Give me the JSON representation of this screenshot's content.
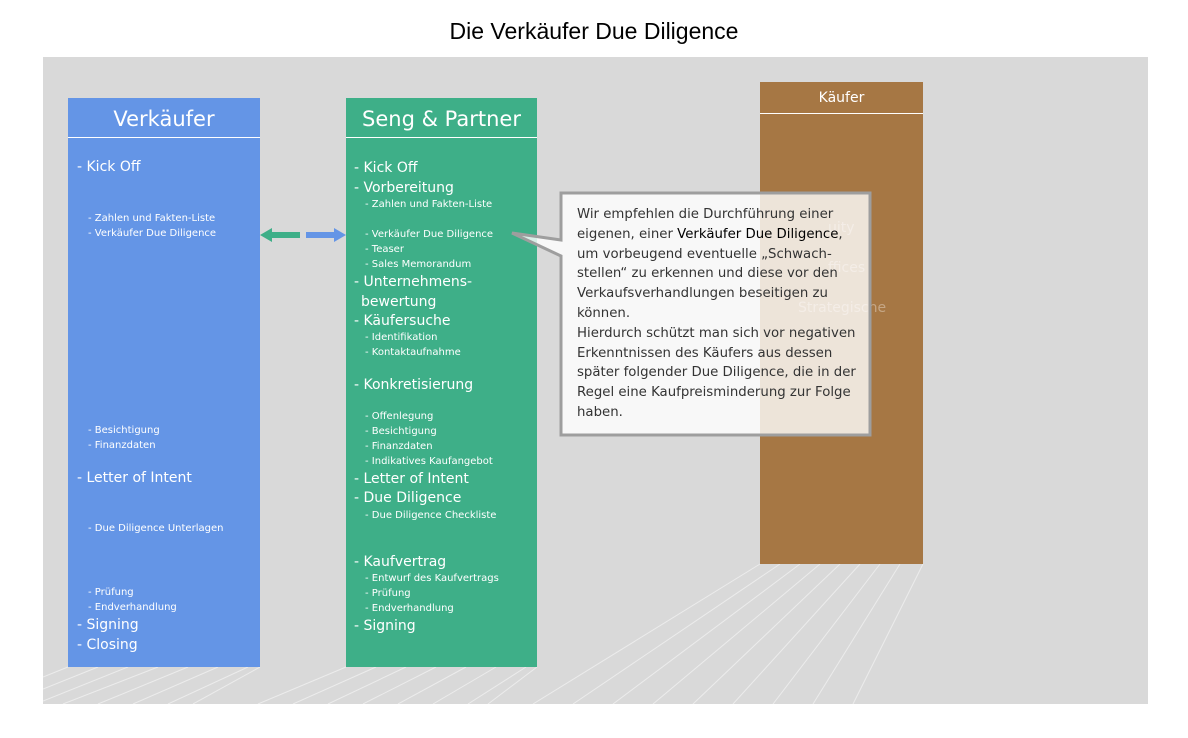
{
  "title": "Die Verkäufer Due Diligence",
  "colors": {
    "seller": "#6495e6",
    "advisor": "#3eaf88",
    "buyer": "#a67744",
    "stage": "#d9d9d9",
    "arrow_green": "#3eaf88",
    "arrow_blue": "#6495e6"
  },
  "seller": {
    "title": "Verkäufer",
    "items": [
      "- Kick Off",
      "- Zahlen und Fakten-Liste",
      "- Verkäufer Due Diligence",
      "- Besichtigung",
      "- Finanzdaten",
      "- Letter of Intent",
      "- Due Diligence Unterlagen",
      "- Prüfung",
      "- Endverhandlung",
      "- Signing",
      "- Closing"
    ]
  },
  "advisor": {
    "title": "Seng & Partner",
    "items": [
      "- Kick Off",
      "- Vorbereitung",
      "- Zahlen und Fakten-Liste",
      "- Verkäufer Due Diligence",
      "- Teaser",
      "- Sales Memorandum",
      "- Unternehmens-",
      "bewertung",
      "- Käufersuche",
      "- Identifikation",
      "- Kontaktaufnahme",
      "- Konkretisierung",
      "- Offenlegung",
      "- Besichtigung",
      "- Finanzdaten",
      "- Indikatives Kaufangebot",
      "- Letter of Intent",
      "- Due Diligence",
      "- Due Diligence Checkliste",
      "- Kaufvertrag",
      "- Entwurf des Kaufvertrags",
      "- Prüfung",
      "- Endverhandlung",
      "- Signing"
    ]
  },
  "buyer": {
    "title": "Käufer",
    "partial_items": [
      "uity",
      "ffices",
      "Strategische"
    ]
  },
  "callout": {
    "line1": "Wir empfehlen die Durchführung einer",
    "line2a": "eigenen, einer ",
    "line2b": "Verkäufer Due Diligence",
    "line2c": ",",
    "line3": "um vorbeugend eventuelle „Schwach-",
    "line4": "stellen“ zu erkennen und diese vor den",
    "line5": "Verkaufsverhandlungen beseitigen zu",
    "line6": "können.",
    "line7": "Hierdurch schützt man sich vor negativen",
    "line8": "Erkenntnissen des Käufers aus dessen",
    "line9": "später folgender Due Diligence, die in der",
    "line10": "Regel eine Kaufpreisminderung zur Folge",
    "line11": "haben."
  }
}
